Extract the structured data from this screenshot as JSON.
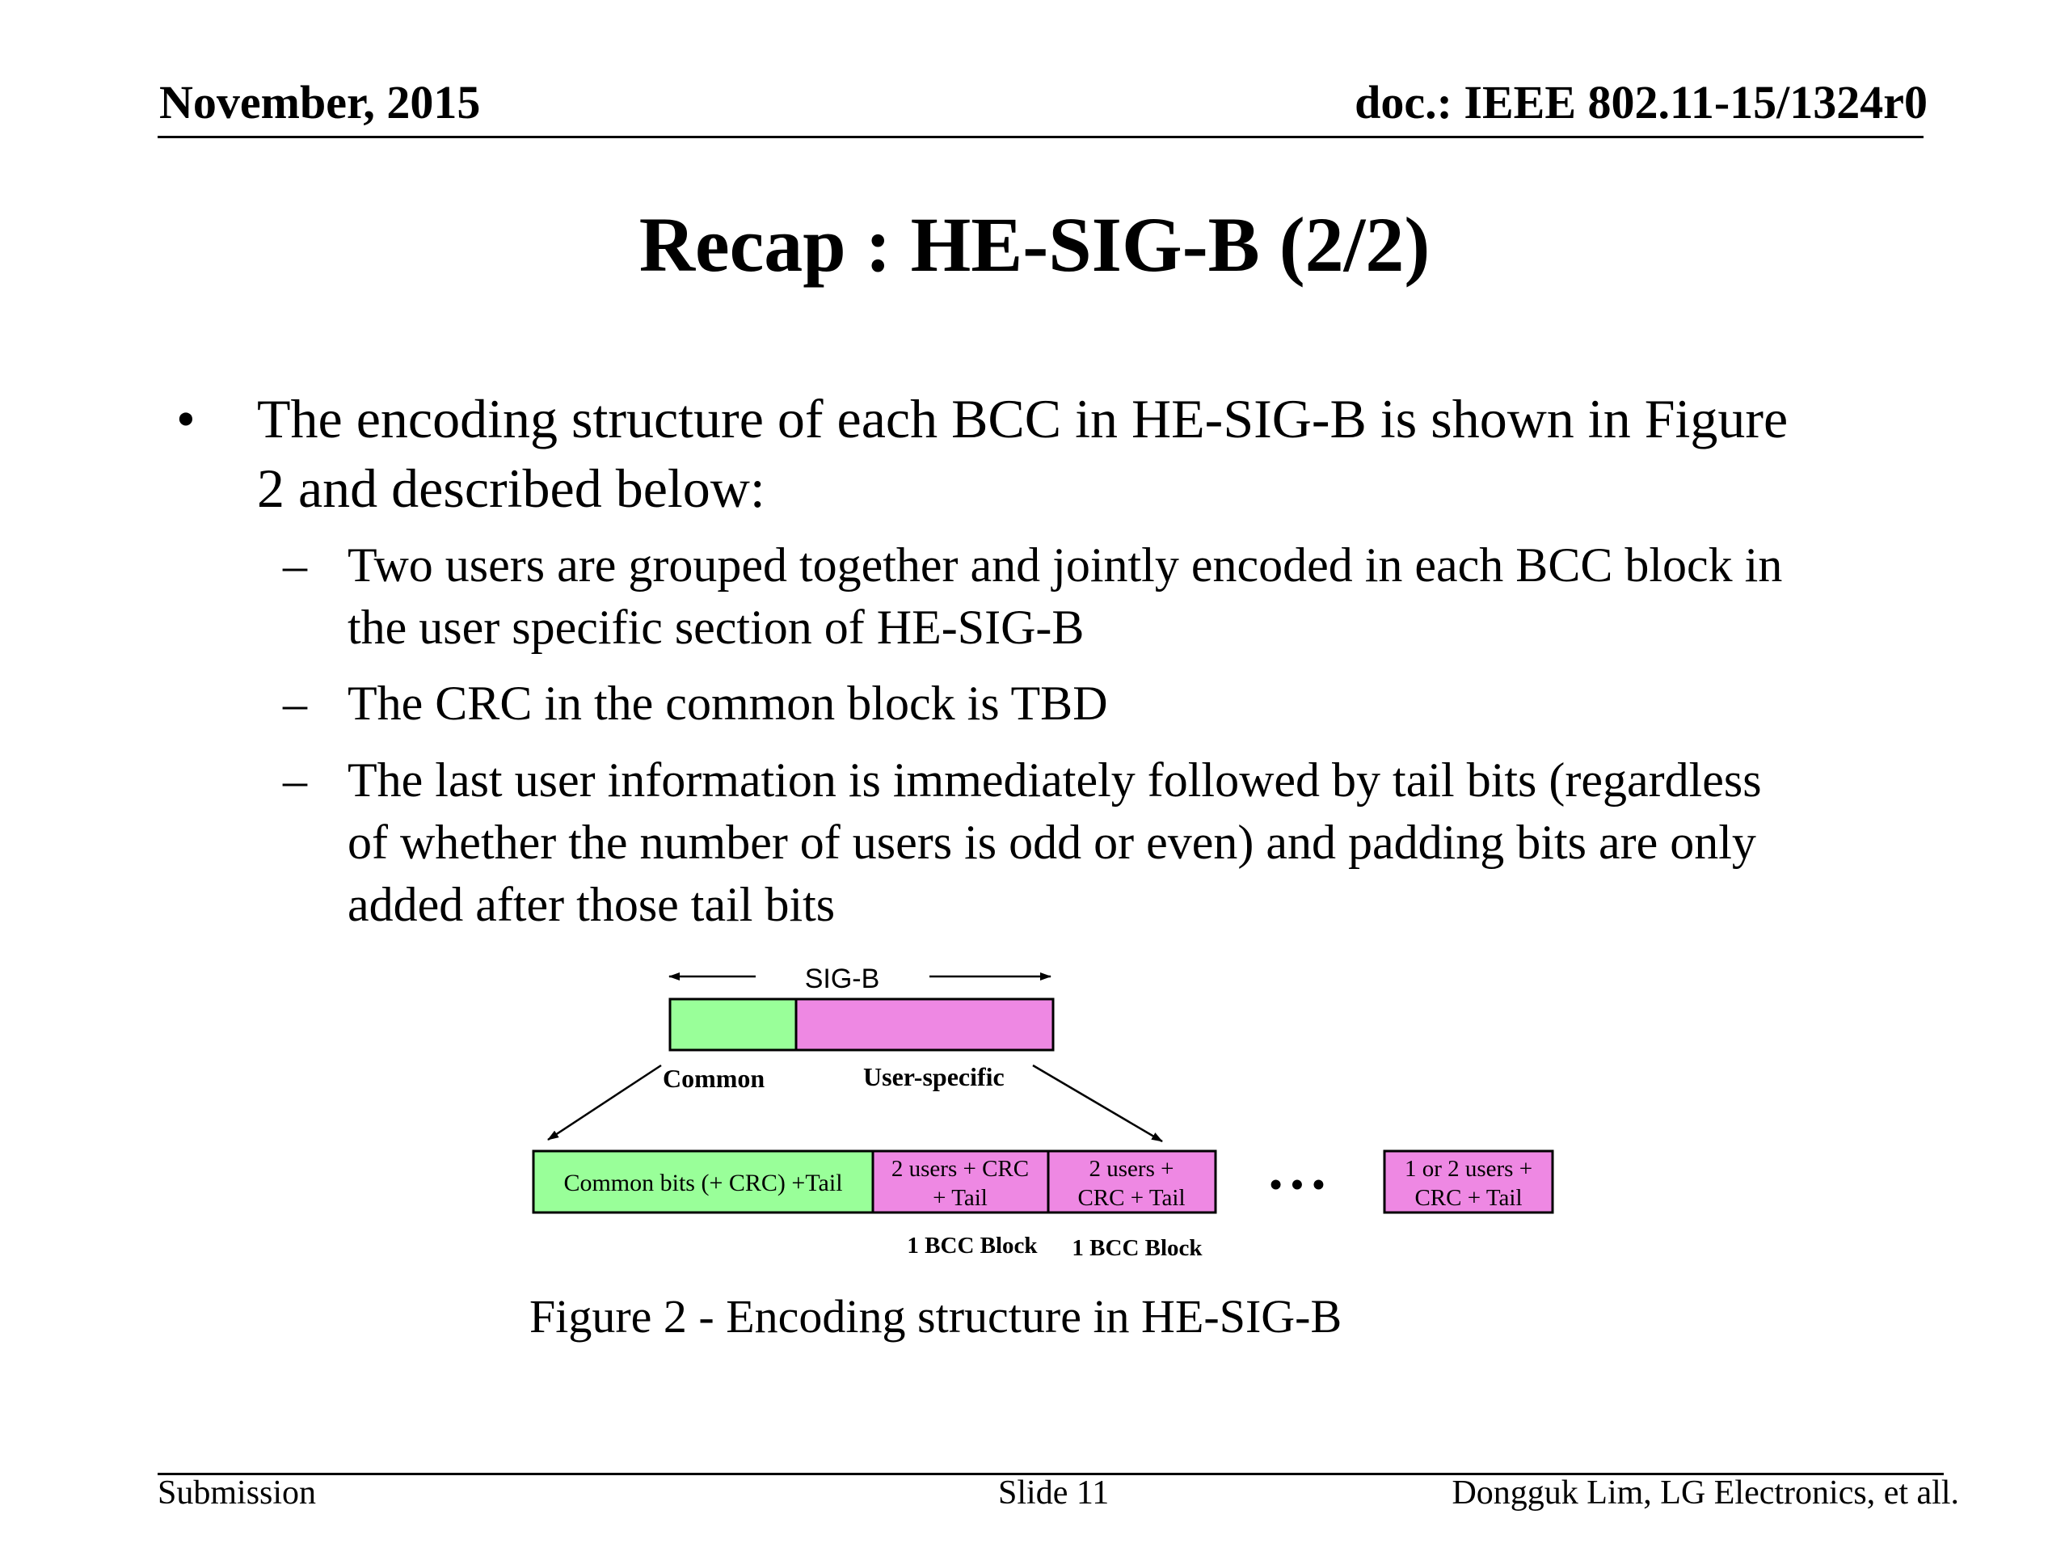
{
  "header": {
    "date": "November, 2015",
    "doc_id": "doc.: IEEE 802.11-15/1324r0"
  },
  "title": "Recap : HE-SIG-B (2/2)",
  "bullets": {
    "main": {
      "marker": "•",
      "line1": "The encoding structure of each BCC in HE-SIG-B is shown in Figure",
      "line2": "2 and described below:"
    },
    "sub": [
      {
        "marker": "–",
        "lines": [
          "Two users are grouped together and jointly encoded in each BCC block in",
          "the user specific section of HE-SIG-B"
        ]
      },
      {
        "marker": "–",
        "lines": [
          "The CRC in the common block is TBD"
        ]
      },
      {
        "marker": "–",
        "lines": [
          "The last user information is immediately followed by tail bits (regardless",
          "of whether the number of users is odd or even) and padding bits are only",
          "added after those tail bits"
        ]
      }
    ]
  },
  "figure": {
    "sig_b_label": "SIG-B",
    "common_label": "Common",
    "user_specific_label": "User-specific",
    "common_block": "Common bits (+ CRC) +Tail",
    "block1_line1": "2 users + CRC",
    "block1_line2": "+ Tail",
    "block2_line1": "2 users +",
    "block2_line2": "CRC + Tail",
    "ellipsis": "• • •",
    "last_block_line1": "1 or 2 users +",
    "last_block_line2": "CRC + Tail",
    "bcc_label1": "1 BCC Block",
    "bcc_label2": "1 BCC Block",
    "colors": {
      "green": "#99ff99",
      "pink": "#ee88e3"
    },
    "caption": "Figure 2 - Encoding structure in HE-SIG-B"
  },
  "footer": {
    "left": "Submission",
    "center": "Slide 11",
    "right": "Dongguk Lim, LG Electronics, et all."
  }
}
